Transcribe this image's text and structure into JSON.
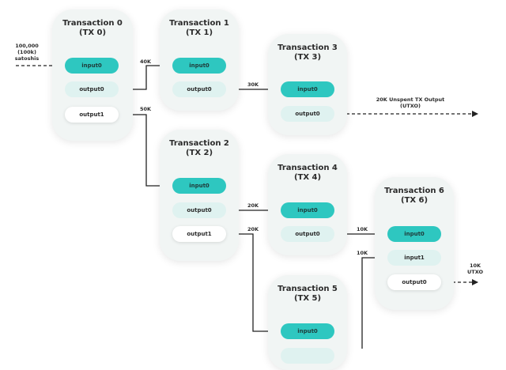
{
  "colors": {
    "input_fill": "#2ec7c0",
    "output_fill": "#dff2f0",
    "card_bg": "#f1f5f4",
    "line": "#222222"
  },
  "source": {
    "line1": "100,000",
    "line2": "(100k)",
    "line3": "satoshis"
  },
  "transactions": {
    "tx0": {
      "title": "Transaction 0",
      "id": "(TX 0)",
      "input0": "input0",
      "output0": "output0",
      "output1": "output1"
    },
    "tx1": {
      "title": "Transaction 1",
      "id": "(TX 1)",
      "input0": "input0",
      "output0": "output0"
    },
    "tx2": {
      "title": "Transaction 2",
      "id": "(TX 2)",
      "input0": "input0",
      "output0": "output0",
      "output1": "output1"
    },
    "tx3": {
      "title": "Transaction 3",
      "id": "(TX 3)",
      "input0": "input0",
      "output0": "output0"
    },
    "tx4": {
      "title": "Transaction 4",
      "id": "(TX 4)",
      "input0": "input0",
      "output0": "output0"
    },
    "tx5": {
      "title": "Transaction 5",
      "id": "(TX 5)",
      "input0": "input0"
    },
    "tx6": {
      "title": "Transaction 6",
      "id": "(TX 6)",
      "input0": "input0",
      "input1": "input1",
      "output0": "output0"
    }
  },
  "edges": {
    "tx0_out0_to_tx1": "40K",
    "tx0_out1_to_tx2": "50K",
    "tx1_out0_to_tx3": "30K",
    "tx2_out0_to_tx4": "20K",
    "tx2_out1_to_tx5": "20K",
    "tx4_out0_to_tx6": "10K",
    "tx5_to_tx6_in1": "10K"
  },
  "utxo": {
    "tx3": {
      "line1": "20K Unspent TX Output",
      "line2": "(UTXO)"
    },
    "tx6": {
      "line1": "10K",
      "line2": "UTXO"
    }
  }
}
